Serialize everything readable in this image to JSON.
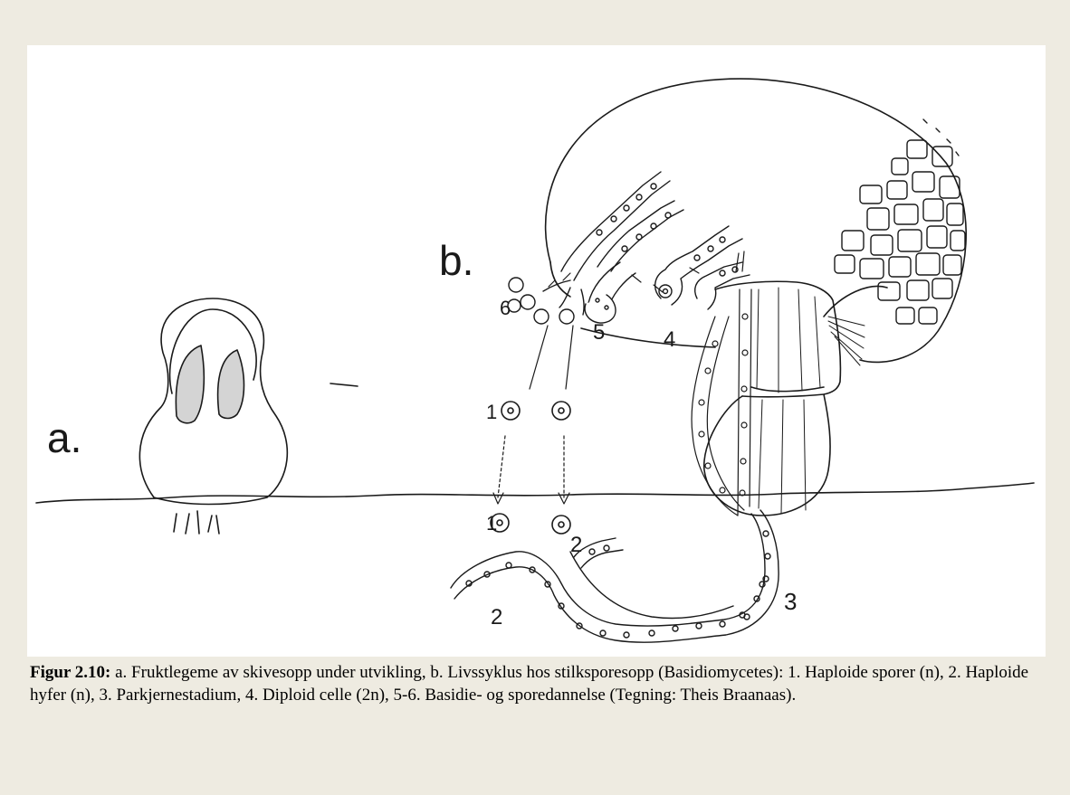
{
  "figure": {
    "labels": {
      "a": "a.",
      "b": "b.",
      "n1_upper": "1",
      "n1_lower": "1",
      "n2_left": "2",
      "n2_right": "2",
      "n3": "3",
      "n4": "4",
      "n5": "5",
      "n6": "6"
    }
  },
  "caption": {
    "prefix": "Figur 2.10:",
    "text": " a. Fruktlegeme av skivesopp under utvikling, b. Livssyklus hos stilksporesopp (Basidiomycetes): 1. Haploide sporer (n), 2. Haploide hyfer (n), 3. Parkjernestadium, 4. Diploid celle (2n), 5-6. Basidie- og sporedannelse (Tegning: Theis Braanaas)."
  }
}
